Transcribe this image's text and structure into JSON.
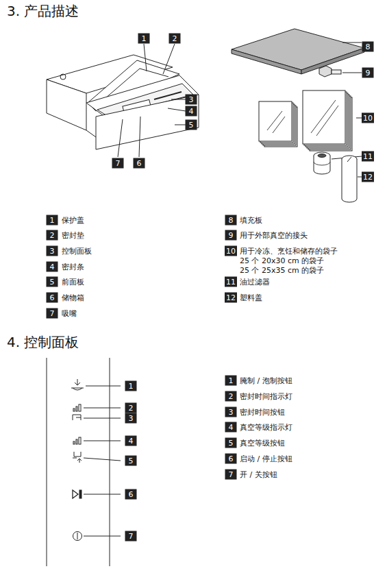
{
  "diagram": {
    "title": "3. 产品描述",
    "labels": [
      "1",
      "2",
      "3",
      "4",
      "5",
      "7",
      "6",
      "8",
      "9",
      "10",
      "11",
      "12",
      "1",
      "保护盖",
      "2",
      "密封垫",
      "3",
      "控制面板",
      "4",
      "密封条",
      "5",
      "前面板",
      "6",
      "储物箱",
      "7",
      "吸嘴",
      "8",
      "填充板",
      "9",
      "用于外部真空的接头",
      "10",
      "用于冷冻、烹饪和储存的袋子",
      "25 个 20x30 cm 的袋子",
      "25 个 25x35 cm 的袋子",
      "11",
      "油过滤器",
      "12",
      "塑料盖",
      "4. 控制面板",
      "1",
      "2",
      "3",
      "4",
      "5",
      "6",
      "7",
      "1",
      "腌制 / 泡制按钮",
      "2",
      "密封时间指示灯",
      "3",
      "密封时间按钮",
      "4",
      "真空等级指示灯",
      "5",
      "真空等级按钮",
      "6",
      "启动 / 停止按钮",
      "7",
      "开 / 关按钮"
    ]
  }
}
